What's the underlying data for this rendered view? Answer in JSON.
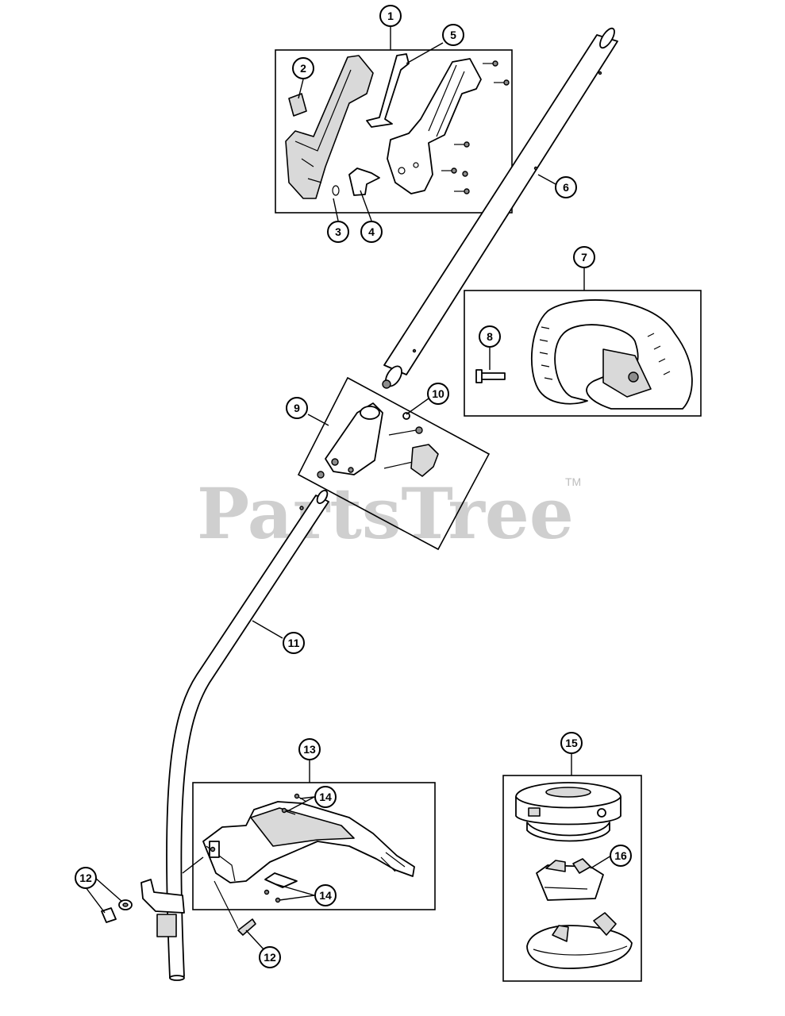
{
  "watermark": {
    "text": "PartsTree",
    "trademark": "TM"
  },
  "callouts": {
    "c1": "1",
    "c2": "2",
    "c3": "3",
    "c4": "4",
    "c5": "5",
    "c6": "6",
    "c7": "7",
    "c8": "8",
    "c9": "9",
    "c10": "10",
    "c11": "11",
    "c12a": "12",
    "c12b": "12",
    "c13": "13",
    "c14a": "14",
    "c14b": "14",
    "c15": "15",
    "c16": "16"
  }
}
